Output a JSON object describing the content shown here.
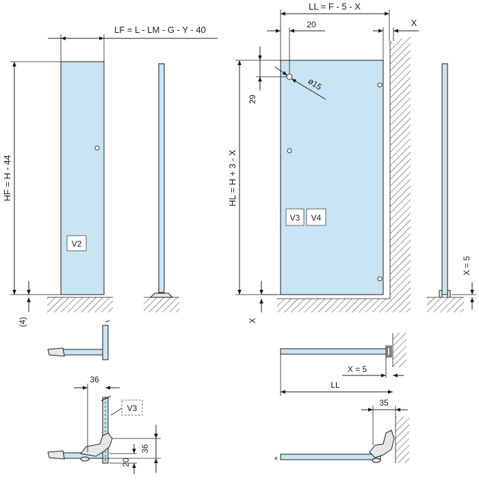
{
  "dimensions": {
    "lf_formula": "LF = L - LM - G - Y - 40",
    "hf_formula": "HF = H - 44",
    "gap_4": "(4)",
    "ll_formula": "LL = F - 5 - X",
    "x_top": "X",
    "offset_20": "20",
    "offset_29": "29",
    "diameter": "ø15",
    "hl_formula": "HL = H + 3 - X",
    "x_bottom": "X",
    "x_eq_5_vertical": "X = 5",
    "x_eq_5": "X = 5",
    "ll": "LL",
    "d36_top": "36",
    "d36_side": "36",
    "d20_bottom": "20",
    "d35": "35"
  },
  "labels": {
    "v2": "V2",
    "v3": "V3",
    "v4": "V4",
    "v3_detail": "V3"
  }
}
